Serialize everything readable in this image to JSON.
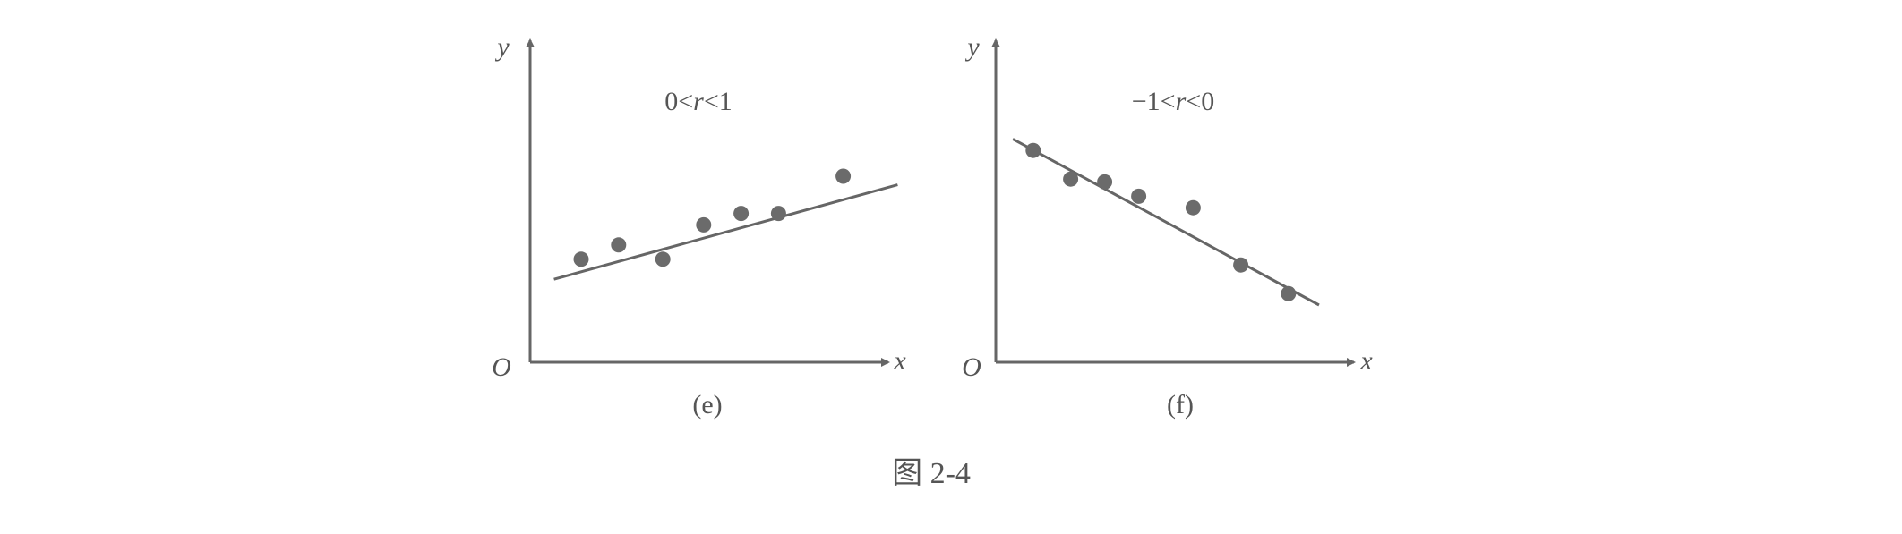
{
  "figure_caption": "图 2-4",
  "chart_data": [
    {
      "type": "scatter",
      "panel_label": "(e)",
      "annotation": "0<r<1",
      "annotation_parts": [
        "0<",
        "r",
        "<1"
      ],
      "origin_label": "O",
      "xlabel": "x",
      "ylabel": "y",
      "grid": false,
      "xlim": [
        0,
        10
      ],
      "ylim": [
        0,
        10
      ],
      "points": [
        {
          "x": 1.5,
          "y": 3.6
        },
        {
          "x": 2.6,
          "y": 4.1
        },
        {
          "x": 3.9,
          "y": 3.6
        },
        {
          "x": 5.1,
          "y": 4.8
        },
        {
          "x": 6.2,
          "y": 5.2
        },
        {
          "x": 7.3,
          "y": 5.2
        },
        {
          "x": 9.2,
          "y": 6.5
        }
      ],
      "trend_line": {
        "x": [
          0.7,
          10.8
        ],
        "y": [
          2.9,
          6.2
        ]
      }
    },
    {
      "type": "scatter",
      "panel_label": "(f)",
      "annotation": "−1<r<0",
      "annotation_parts": [
        "−1<",
        "r",
        "<0"
      ],
      "origin_label": "O",
      "xlabel": "x",
      "ylabel": "y",
      "grid": false,
      "xlim": [
        0,
        10
      ],
      "ylim": [
        0,
        10
      ],
      "points": [
        {
          "x": 1.1,
          "y": 7.4
        },
        {
          "x": 2.2,
          "y": 6.4
        },
        {
          "x": 3.2,
          "y": 6.3
        },
        {
          "x": 4.2,
          "y": 5.8
        },
        {
          "x": 5.8,
          "y": 5.4
        },
        {
          "x": 7.2,
          "y": 3.4
        },
        {
          "x": 8.6,
          "y": 2.4
        }
      ],
      "trend_line": {
        "x": [
          0.5,
          9.5
        ],
        "y": [
          7.8,
          2.0
        ]
      }
    }
  ]
}
